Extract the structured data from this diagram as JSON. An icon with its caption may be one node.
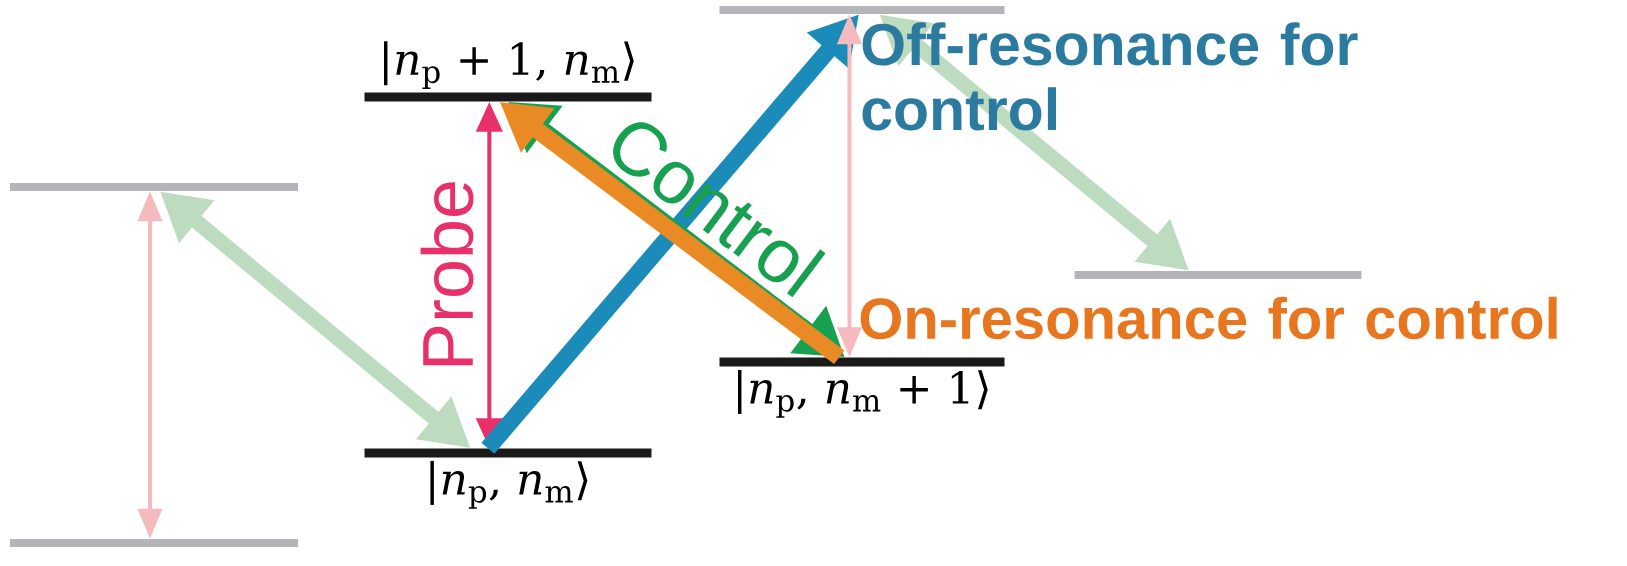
{
  "diagram": {
    "nodes": [
      {
        "text": [],
        "shape": "bar"
      },
      {
        "text": [
          "|*n*$_{p}$ + 1, *n*$_{m}$⟩"
        ]
      },
      {
        "text": [],
        "shape": "bar"
      },
      {
        "text": [],
        "shape": "bar"
      },
      {
        "text": [
          "|*n*$_{p}$, *n*$_{m}$ + 1⟩"
        ]
      },
      {
        "text": [
          "|*n*$_{p}$, *n*$_{m}$⟩"
        ]
      },
      {
        "text": [],
        "shape": "bar"
      }
    ],
    "edges": [
      {
        "from": 2,
        "to": 6,
        "arrow": "both",
        "color": "#f5babe"
      },
      {
        "from": 2,
        "to": 5,
        "arrow": "both",
        "color": "#bddcbf"
      },
      {
        "from": 1,
        "to": 5,
        "arrow": "both",
        "label": "Probe",
        "color": "#e8306a"
      },
      {
        "from": 5,
        "to": 0,
        "arrow": "to",
        "color": "#1b8bb9"
      },
      {
        "from": 1,
        "to": 4,
        "arrow": "both",
        "label": "Control",
        "color": "#16a04f"
      },
      {
        "from": 4,
        "to": 1,
        "arrow": "to",
        "color": "#e98a25"
      },
      {
        "from": 0,
        "to": 4,
        "arrow": "both",
        "color": "#f5babe"
      },
      {
        "from": 0,
        "to": 3,
        "arrow": "both",
        "color": "#bddcbf"
      }
    ],
    "labels": [
      "Off-resonance for control",
      "On-resonance for control"
    ]
  }
}
